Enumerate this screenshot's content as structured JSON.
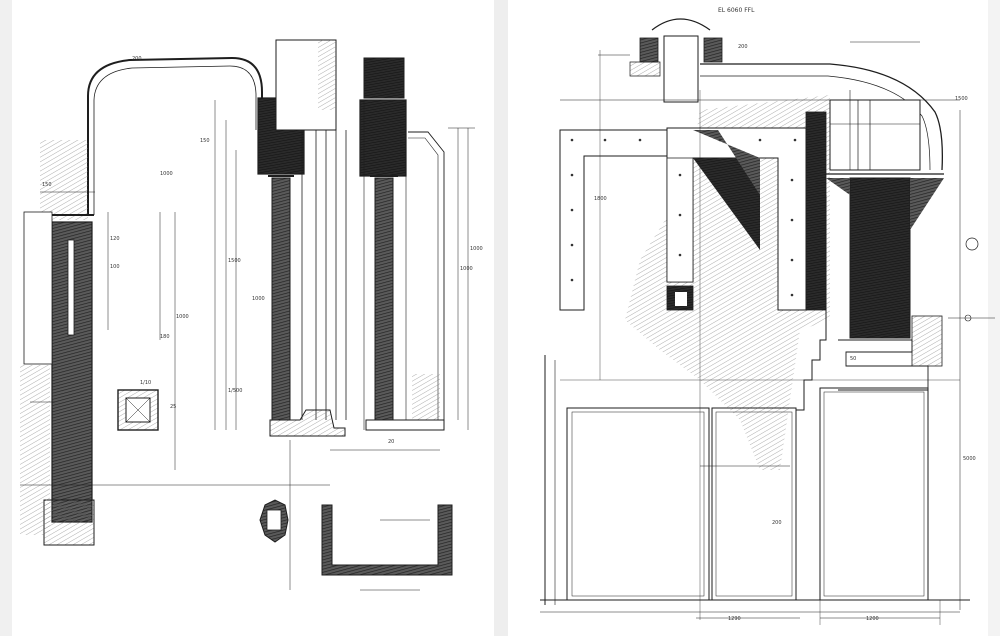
{
  "sheet": {
    "paper_color": "#ffffff",
    "ink_color": "#1e1e1e",
    "shade_color": "#3a3a3a",
    "gutter_color": "#e6e6e6"
  },
  "left_drawing": {
    "dims": [
      "200",
      "1000",
      "1000",
      "120",
      "100",
      "150",
      "180",
      "150",
      "1500",
      "1000",
      "1/500",
      "1000",
      "1000",
      "25",
      "20",
      "1/10"
    ]
  },
  "right_drawing": {
    "top_note": "EL 6060 FFL",
    "dims": [
      "200",
      "1500",
      "1800",
      "1290",
      "1200",
      "50",
      "200",
      "5000"
    ]
  }
}
